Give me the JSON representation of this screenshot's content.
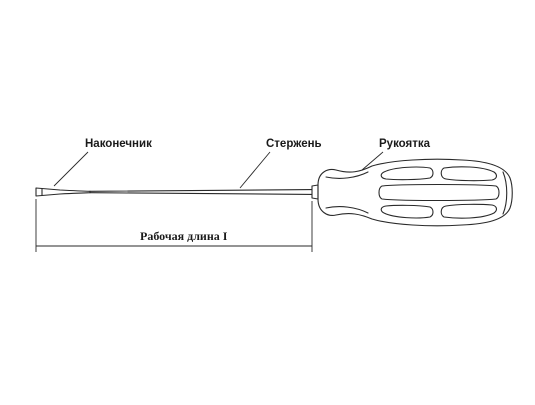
{
  "diagram": {
    "labels": {
      "tip": "Наконечник",
      "shaft": "Стержень",
      "handle": "Рукоятка",
      "working_length": "Рабочая длина I"
    },
    "colors": {
      "stroke": "#2a2a2a",
      "background": "#ffffff",
      "text": "#1a1a1a"
    }
  }
}
